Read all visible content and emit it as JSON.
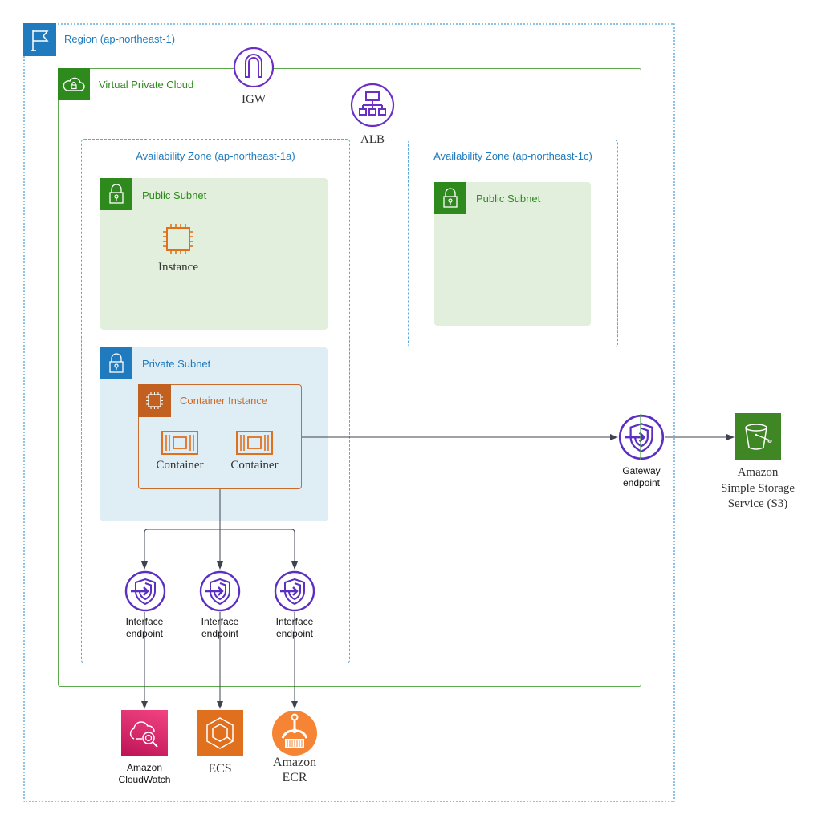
{
  "region": {
    "label": "Region (ap-northeast-1)",
    "icon": "flag-icon"
  },
  "vpc": {
    "label": "Virtual Private Cloud",
    "icon": "cloud-lock-icon"
  },
  "igw": {
    "label": "IGW",
    "icon": "internet-gateway-icon"
  },
  "alb": {
    "label": "ALB",
    "icon": "load-balancer-icon"
  },
  "az_a": {
    "label": "Availability Zone (ap-northeast-1a)",
    "public_subnet": {
      "label": "Public Subnet",
      "instance_label": "Instance"
    },
    "private_subnet": {
      "label": "Private Subnet",
      "container_instance": {
        "label": "Container Instance",
        "containers": [
          {
            "label": "Container"
          },
          {
            "label": "Container"
          }
        ]
      }
    },
    "interface_endpoints": [
      {
        "label_line1": "Interface",
        "label_line2": "endpoint"
      },
      {
        "label_line1": "Interface",
        "label_line2": "endpoint"
      },
      {
        "label_line1": "Interface",
        "label_line2": "endpoint"
      }
    ]
  },
  "az_c": {
    "label": "Availability Zone (ap-northeast-1c)",
    "public_subnet": {
      "label": "Public Subnet"
    }
  },
  "gateway_endpoint": {
    "label_line1": "Gateway",
    "label_line2": "endpoint"
  },
  "s3": {
    "label_line1": "Amazon",
    "label_line2": "Simple Storage",
    "label_line3": "Service (S3)"
  },
  "services": {
    "cloudwatch": {
      "label_line1": "Amazon",
      "label_line2": "CloudWatch"
    },
    "ecs": {
      "label": "ECS"
    },
    "ecr": {
      "label_line1": "Amazon",
      "label_line2": "ECR"
    }
  },
  "colors": {
    "region_blue": "#1f7bbd",
    "vpc_green": "#2f8a1e",
    "endpoint_purple": "#5a2fc2",
    "compute_orange": "#c96b2a",
    "cloudwatch_pink": "#d6246e",
    "ecs_orange": "#e0701e",
    "ecr_orange": "#f58534",
    "s3_green": "#3f8624"
  }
}
